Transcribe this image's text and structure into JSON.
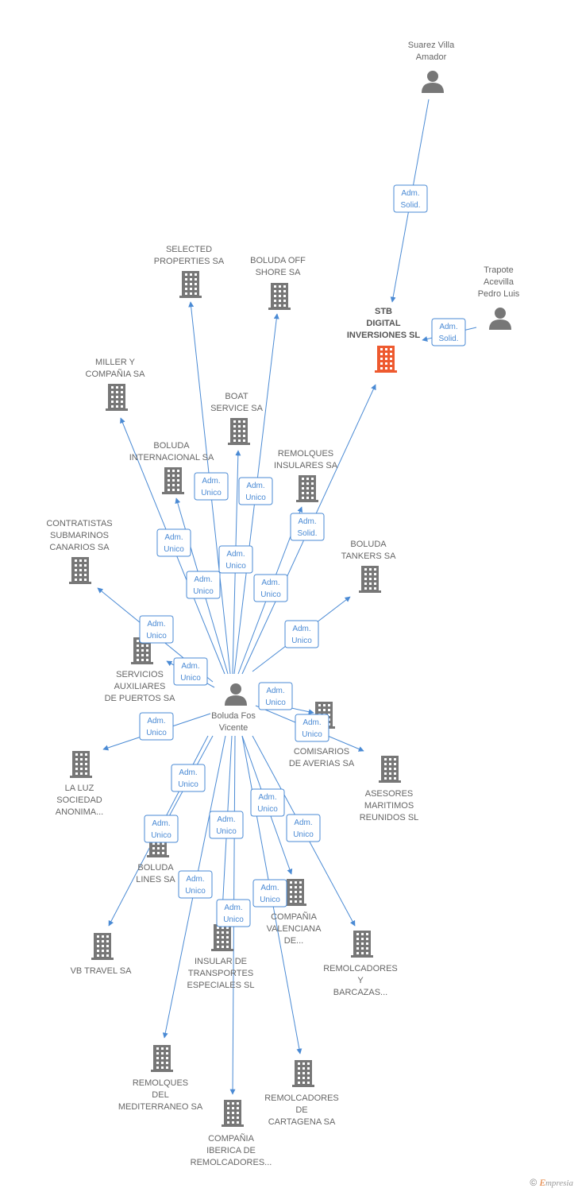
{
  "colors": {
    "edge": "#4a8ad4",
    "building": "#777777",
    "building_main": "#ee5a2f",
    "person": "#777777",
    "text": "#666666"
  },
  "nodes": [
    {
      "id": "suarez",
      "type": "person",
      "lines": [
        "Suarez Villa",
        "Amador"
      ]
    },
    {
      "id": "trapote",
      "type": "person",
      "lines": [
        "Trapote",
        "Acevilla",
        "Pedro Luis"
      ]
    },
    {
      "id": "stb",
      "type": "company-main",
      "lines": [
        "STB",
        "DIGITAL",
        "INVERSIONES SL"
      ]
    },
    {
      "id": "boluda",
      "type": "person",
      "lines": [
        "Boluda Fos",
        "Vicente"
      ]
    },
    {
      "id": "selected",
      "type": "company",
      "lines": [
        "SELECTED",
        "PROPERTIES SA"
      ]
    },
    {
      "id": "boludaoff",
      "type": "company",
      "lines": [
        "BOLUDA OFF",
        "SHORE SA"
      ]
    },
    {
      "id": "miller",
      "type": "company",
      "lines": [
        "MILLER Y",
        "COMPAÑIA SA"
      ]
    },
    {
      "id": "boat",
      "type": "company",
      "lines": [
        "BOAT",
        "SERVICE SA"
      ]
    },
    {
      "id": "bolint",
      "type": "company",
      "lines": [
        "BOLUDA",
        "INTERNACIONAL SA"
      ]
    },
    {
      "id": "remins",
      "type": "company",
      "lines": [
        "REMOLQUES",
        "INSULARES SA"
      ]
    },
    {
      "id": "contrat",
      "type": "company",
      "lines": [
        "CONTRATISTAS",
        "SUBMARINOS",
        "CANARIOS SA"
      ]
    },
    {
      "id": "tankers",
      "type": "company",
      "lines": [
        "BOLUDA",
        "TANKERS SA"
      ]
    },
    {
      "id": "servaux",
      "type": "company",
      "lines": [
        "SERVICIOS",
        "AUXILIARES",
        "DE PUERTOS SA"
      ]
    },
    {
      "id": "comis",
      "type": "company",
      "lines": [
        "COMISARIOS",
        "DE AVERIAS SA"
      ]
    },
    {
      "id": "laluz",
      "type": "company",
      "lines": [
        "LA LUZ",
        "SOCIEDAD",
        "ANONIMA..."
      ]
    },
    {
      "id": "asesores",
      "type": "company",
      "lines": [
        "ASESORES",
        "MARITIMOS",
        "REUNIDOS SL"
      ]
    },
    {
      "id": "bolines",
      "type": "company",
      "lines": [
        "BOLUDA",
        "LINES SA"
      ]
    },
    {
      "id": "compval",
      "type": "company",
      "lines": [
        "COMPAÑIA",
        "VALENCIANA",
        "DE..."
      ]
    },
    {
      "id": "vbtravel",
      "type": "company",
      "lines": [
        "VB TRAVEL SA"
      ]
    },
    {
      "id": "insular",
      "type": "company",
      "lines": [
        "INSULAR DE",
        "TRANSPORTES",
        "ESPECIALES SL"
      ]
    },
    {
      "id": "remybar",
      "type": "company",
      "lines": [
        "REMOLCADORES",
        "Y",
        "BARCAZAS..."
      ]
    },
    {
      "id": "remmed",
      "type": "company",
      "lines": [
        "REMOLQUES",
        "DEL",
        "MEDITERRANEO SA"
      ]
    },
    {
      "id": "remcart",
      "type": "company",
      "lines": [
        "REMOLCADORES",
        "DE",
        "CARTAGENA SA"
      ]
    },
    {
      "id": "compib",
      "type": "company",
      "lines": [
        "COMPAÑIA",
        "IBERICA DE",
        "REMOLCADORES..."
      ]
    }
  ],
  "edges": [
    {
      "from": "suarez",
      "to": "stb",
      "label": [
        "Adm.",
        "Solid."
      ]
    },
    {
      "from": "trapote",
      "to": "stb",
      "label": [
        "Adm.",
        "Solid."
      ]
    },
    {
      "from": "boluda",
      "to": "stb",
      "label": [
        "Adm.",
        "Solid."
      ]
    },
    {
      "from": "boluda",
      "to": "selected",
      "label": [
        "Adm.",
        "Unico"
      ]
    },
    {
      "from": "boluda",
      "to": "boludaoff",
      "label": [
        "Adm.",
        "Unico"
      ]
    },
    {
      "from": "boluda",
      "to": "miller",
      "label": [
        "Adm.",
        "Unico"
      ]
    },
    {
      "from": "boluda",
      "to": "boat",
      "label": [
        "Adm.",
        "Unico"
      ]
    },
    {
      "from": "boluda",
      "to": "bolint",
      "label": [
        "Adm.",
        "Unico"
      ]
    },
    {
      "from": "boluda",
      "to": "remins",
      "label": [
        "Adm.",
        "Unico"
      ]
    },
    {
      "from": "boluda",
      "to": "contrat",
      "label": [
        "Adm.",
        "Unico"
      ]
    },
    {
      "from": "boluda",
      "to": "tankers",
      "label": [
        "Adm.",
        "Unico"
      ]
    },
    {
      "from": "boluda",
      "to": "servaux",
      "label": [
        "Adm.",
        "Unico"
      ]
    },
    {
      "from": "boluda",
      "to": "comis",
      "label": [
        "Adm.",
        "Unico"
      ]
    },
    {
      "from": "boluda",
      "to": "laluz",
      "label": [
        "Adm.",
        "Unico"
      ]
    },
    {
      "from": "boluda",
      "to": "asesores",
      "label": [
        "Adm.",
        "Unico"
      ]
    },
    {
      "from": "boluda",
      "to": "bolines",
      "label": [
        "Adm.",
        "Unico"
      ]
    },
    {
      "from": "boluda",
      "to": "compval",
      "label": [
        "Adm.",
        "Unico"
      ]
    },
    {
      "from": "boluda",
      "to": "vbtravel",
      "label": [
        "Adm.",
        "Unico"
      ]
    },
    {
      "from": "boluda",
      "to": "insular",
      "label": [
        "Adm.",
        "Unico"
      ]
    },
    {
      "from": "boluda",
      "to": "remybar",
      "label": [
        "Adm.",
        "Unico"
      ]
    },
    {
      "from": "boluda",
      "to": "remmed",
      "label": [
        "Adm.",
        "Unico"
      ]
    },
    {
      "from": "boluda",
      "to": "remcart",
      "label": [
        "Adm.",
        "Unico"
      ]
    },
    {
      "from": "boluda",
      "to": "compib",
      "label": [
        "Adm.",
        "Unico"
      ]
    }
  ],
  "footer": {
    "copyright": "©",
    "brand_initial": "E",
    "brand_rest": "mpresia"
  }
}
